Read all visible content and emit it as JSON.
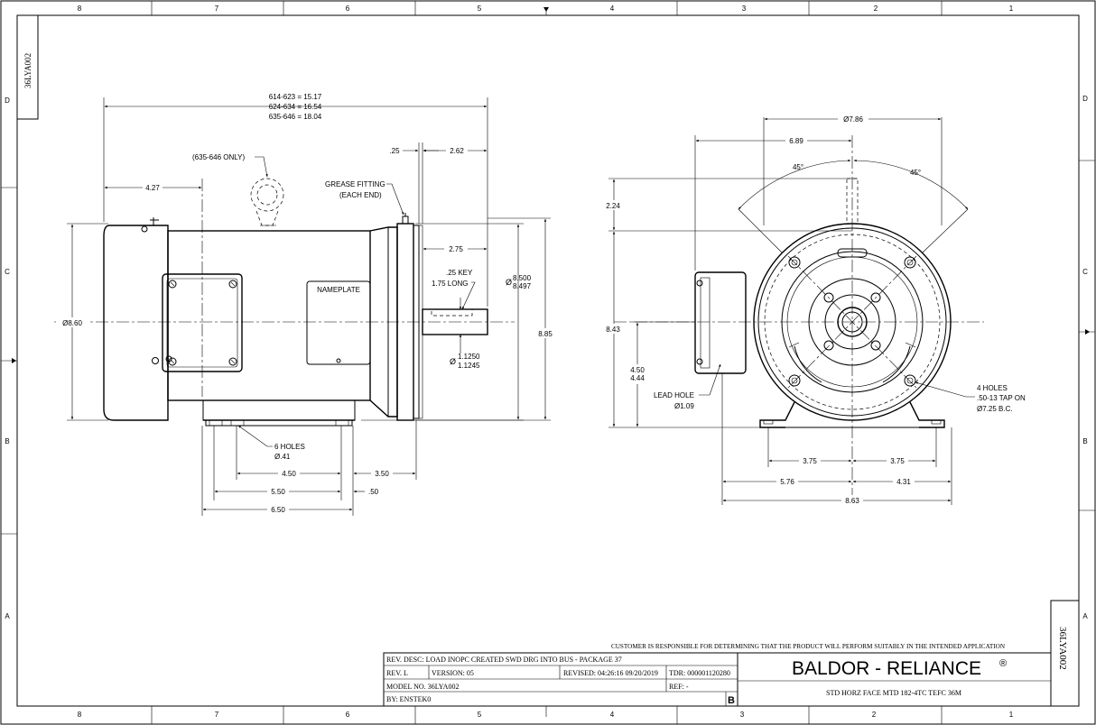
{
  "sheet": {
    "id_top_left": "36LYA002",
    "id_bottom_right": "36LYA002",
    "zones_x": [
      "8",
      "7",
      "6",
      "5",
      "4",
      "3",
      "2",
      "1"
    ],
    "zones_y": [
      "D",
      "C",
      "B",
      "A"
    ]
  },
  "side_view": {
    "overall_1": "614-623 = 15.17",
    "overall_2": "624-634 = 16.54",
    "overall_3": "635-646 = 18.04",
    "eyebolt_note": "(635-646 ONLY)",
    "grease_note_1": "GREASE FITTING",
    "grease_note_2": "(EACH END)",
    "d_4_27": "4.27",
    "d_25": ".25",
    "d_2_62": "2.62",
    "d_2_75": "2.75",
    "key_1": ".25 KEY",
    "key_2": "1.75 LONG",
    "pilot_sym": "Ø",
    "pilot_1": "8.500",
    "pilot_2": "8.497",
    "shaft_sym": "Ø",
    "shaft_1": "1.1250",
    "shaft_2": "1.1245",
    "d_8_85": "8.85",
    "dia_8_60": "Ø8.60",
    "nameplate": "NAMEPLATE",
    "holes_1": "6 HOLES",
    "holes_2": "Ø.41",
    "d_4_50": "4.50",
    "d_3_50": "3.50",
    "d_5_50": "5.50",
    "d_50": ".50",
    "d_6_50": "6.50"
  },
  "end_view": {
    "dia_7_86": "Ø7.86",
    "d_6_89": "6.89",
    "ang_1": "45°",
    "ang_2": "45°",
    "d_2_24": "2.24",
    "d_8_43": "8.43",
    "d_4_50": "4.50",
    "d_4_44": "4.44",
    "lead_1": "LEAD HOLE",
    "lead_2": "Ø1.09",
    "holes_1": "4 HOLES",
    "holes_2": ".50-13 TAP ON",
    "holes_3": "Ø7.25 B.C.",
    "d_3_75_a": "3.75",
    "d_3_75_b": "3.75",
    "d_5_76": "5.76",
    "d_4_31": "4.31",
    "d_8_63": "8.63"
  },
  "title_block": {
    "disclaimer": "CUSTOMER IS RESPONSIBLE FOR DETERMINING THAT THE PRODUCT WILL PERFORM SUITABLY IN THE INTENDED APPLICATION",
    "rev_desc": "REV. DESC: LOAD INOPC CREATED SWD DRG INTO BUS - PACKAGE 37",
    "rev": "REV.  L",
    "version": "VERSION:  05",
    "revised": "REVISED:  04:26:16 09/20/2019",
    "tdr": "TDR:  000001120280",
    "model": "MODEL NO.  36LYA002",
    "ref": "REF:  -",
    "by": "BY: ENSTEK0",
    "size": "B",
    "brand": "BALDOR - RELIANCE",
    "brand_mark": "®",
    "description": "STD HORZ FACE MTD 182-4TC TEFC 36M"
  }
}
